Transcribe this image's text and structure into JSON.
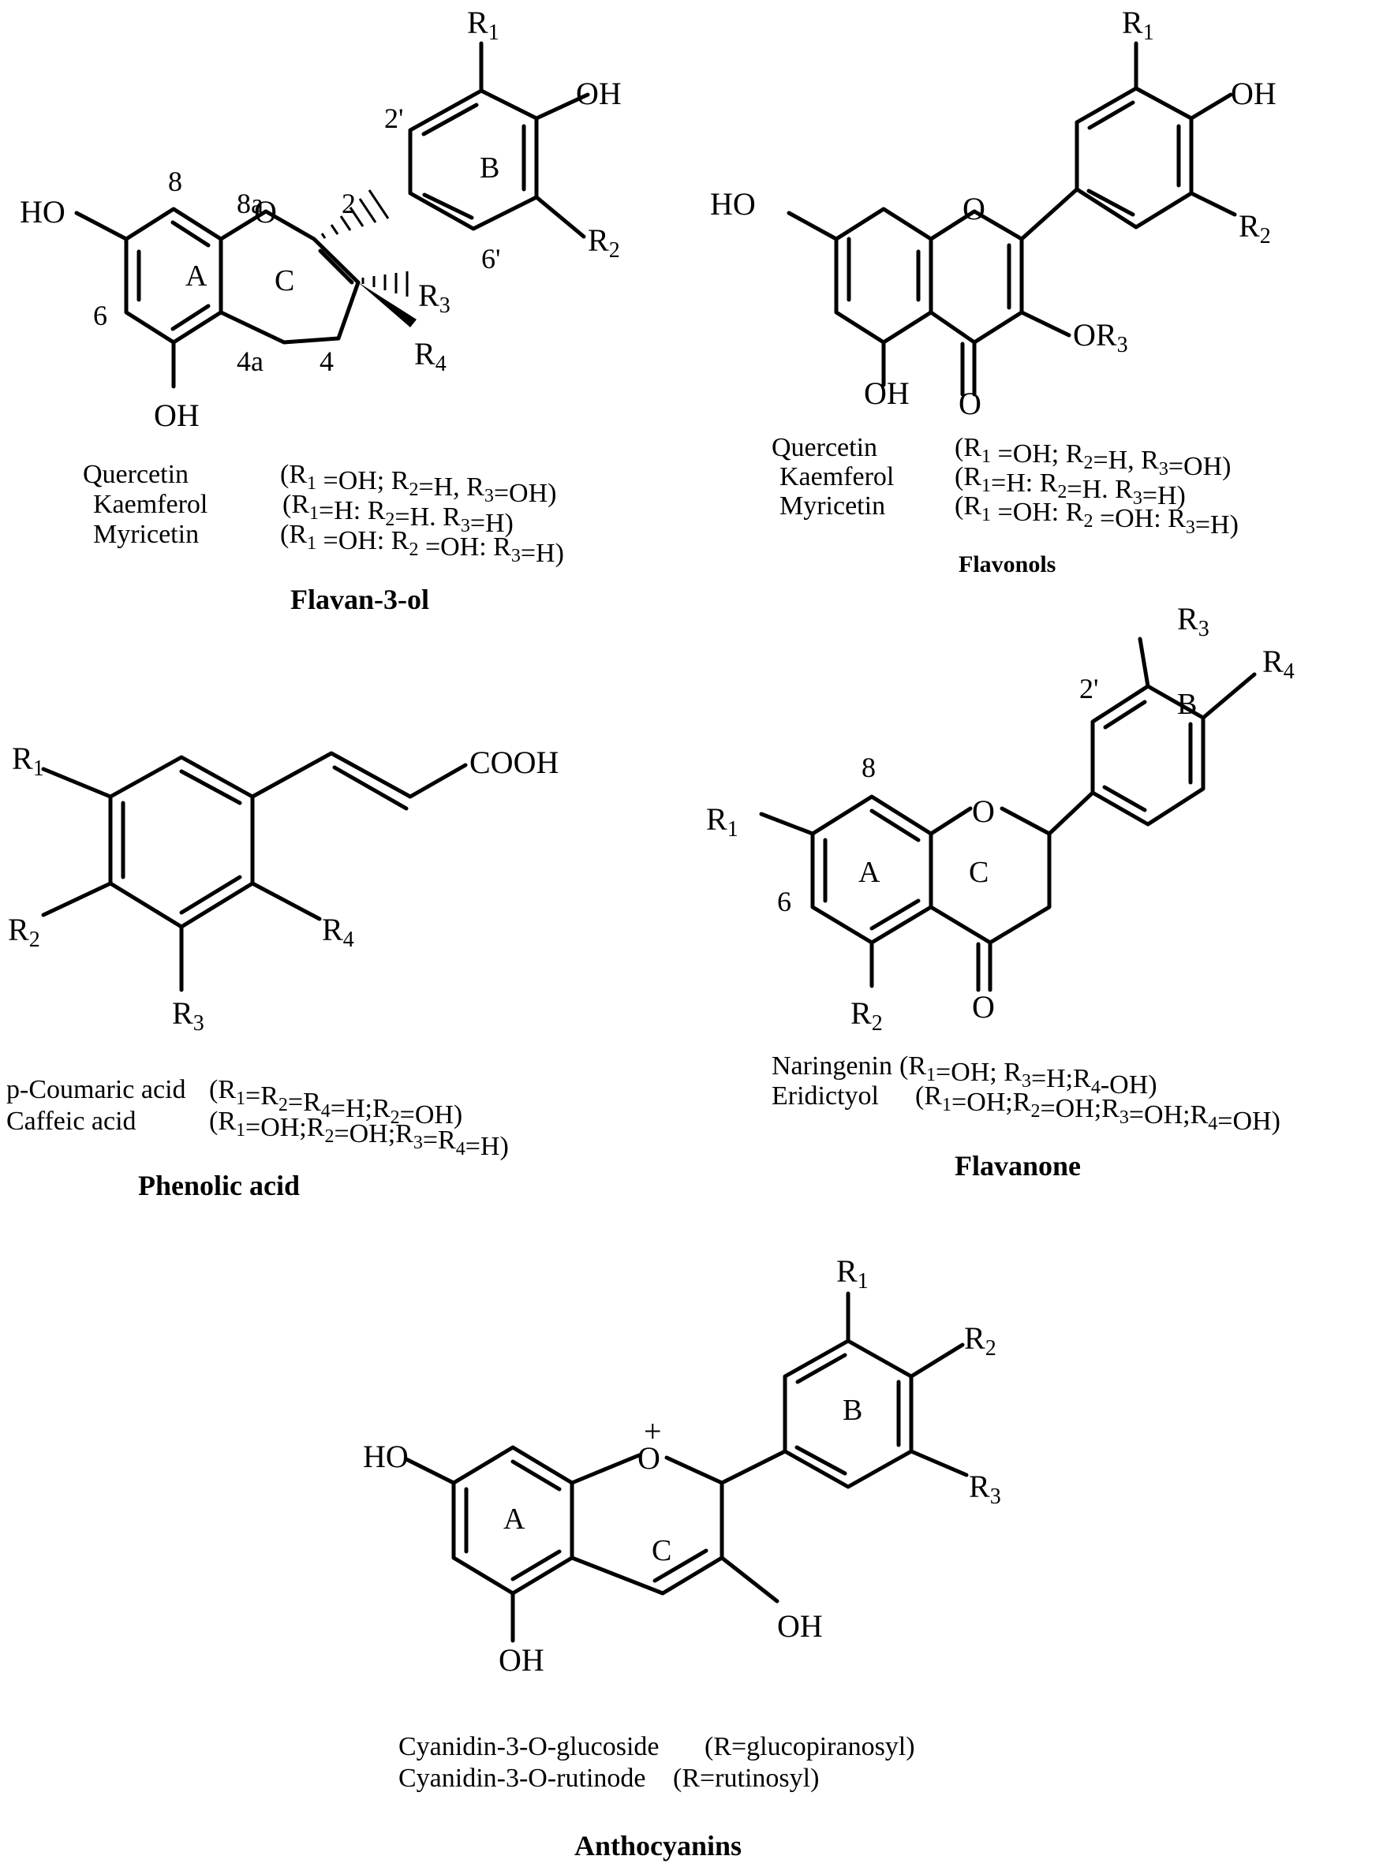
{
  "flavan3ol": {
    "title": "Flavan-3-ol",
    "compounds": [
      {
        "name": "Quercetin",
        "substituents": "(R1 =OH; R2=H, R3=OH)"
      },
      {
        "name": "Kaemferol",
        "substituents": "(R1=H: R2=H. R3=H)"
      },
      {
        "name": "Myricetin",
        "substituents": "(R1 =OH: R2 =OH: R3=H)"
      }
    ],
    "atom_labels": [
      "HO",
      "OH",
      "O",
      "OH",
      "R1",
      "R2",
      "R3",
      "R4"
    ],
    "position_labels": [
      "8",
      "8a",
      "2",
      "2'",
      "6'",
      "6",
      "4a",
      "4"
    ],
    "ring_labels": [
      "A",
      "B",
      "C"
    ]
  },
  "flavonols": {
    "title": "Flavonols",
    "compounds": [
      {
        "name": "Quercetin",
        "substituents": "(R1 =OH; R2=H, R3=OH)"
      },
      {
        "name": "Kaemferol",
        "substituents": "(R1=H: R2=H. R3=H)"
      },
      {
        "name": "Myricetin",
        "substituents": "(R1 =OH: R2 =OH: R3=H)"
      }
    ],
    "atom_labels": [
      "HO",
      "O",
      "OH",
      "O",
      "OR3",
      "OH",
      "R1",
      "R2"
    ]
  },
  "phenolic_acid": {
    "title": "Phenolic acid",
    "compounds": [
      {
        "name": "p-Coumaric acid",
        "substituents": "(R1=R2=R4=H;R2=OH)"
      },
      {
        "name": "Caffeic acid",
        "substituents": "(R1=OH;R2=OH;R3=R4=H)"
      }
    ],
    "atom_labels": [
      "R1",
      "R2",
      "R3",
      "R4",
      "COOH"
    ]
  },
  "flavanone": {
    "title": "Flavanone",
    "compounds": [
      {
        "name": "Naringenin",
        "substituents": "(R1=OH; R3=H;R4-OH)"
      },
      {
        "name": "Eridictyol",
        "substituents": "(R1=OH;R2=OH;R3=OH;R4=OH)"
      }
    ],
    "atom_labels": [
      "R1",
      "R2",
      "R3",
      "R4",
      "O",
      "O"
    ],
    "position_labels": [
      "8",
      "6",
      "2'"
    ],
    "ring_labels": [
      "A",
      "B",
      "C"
    ]
  },
  "anthocyanins": {
    "title": "Anthocyanins",
    "compounds": [
      {
        "name": "Cyanidin-3-O-glucoside",
        "substituents": "(R=glucopiranosyl)"
      },
      {
        "name": "Cyanidin-3-O-rutinode",
        "substituents": "(R=rutinosyl)"
      }
    ],
    "atom_labels": [
      "HO",
      "O",
      "+",
      "OH",
      "OH",
      "R1",
      "R2",
      "R3"
    ],
    "ring_labels": [
      "A",
      "B",
      "C"
    ]
  }
}
